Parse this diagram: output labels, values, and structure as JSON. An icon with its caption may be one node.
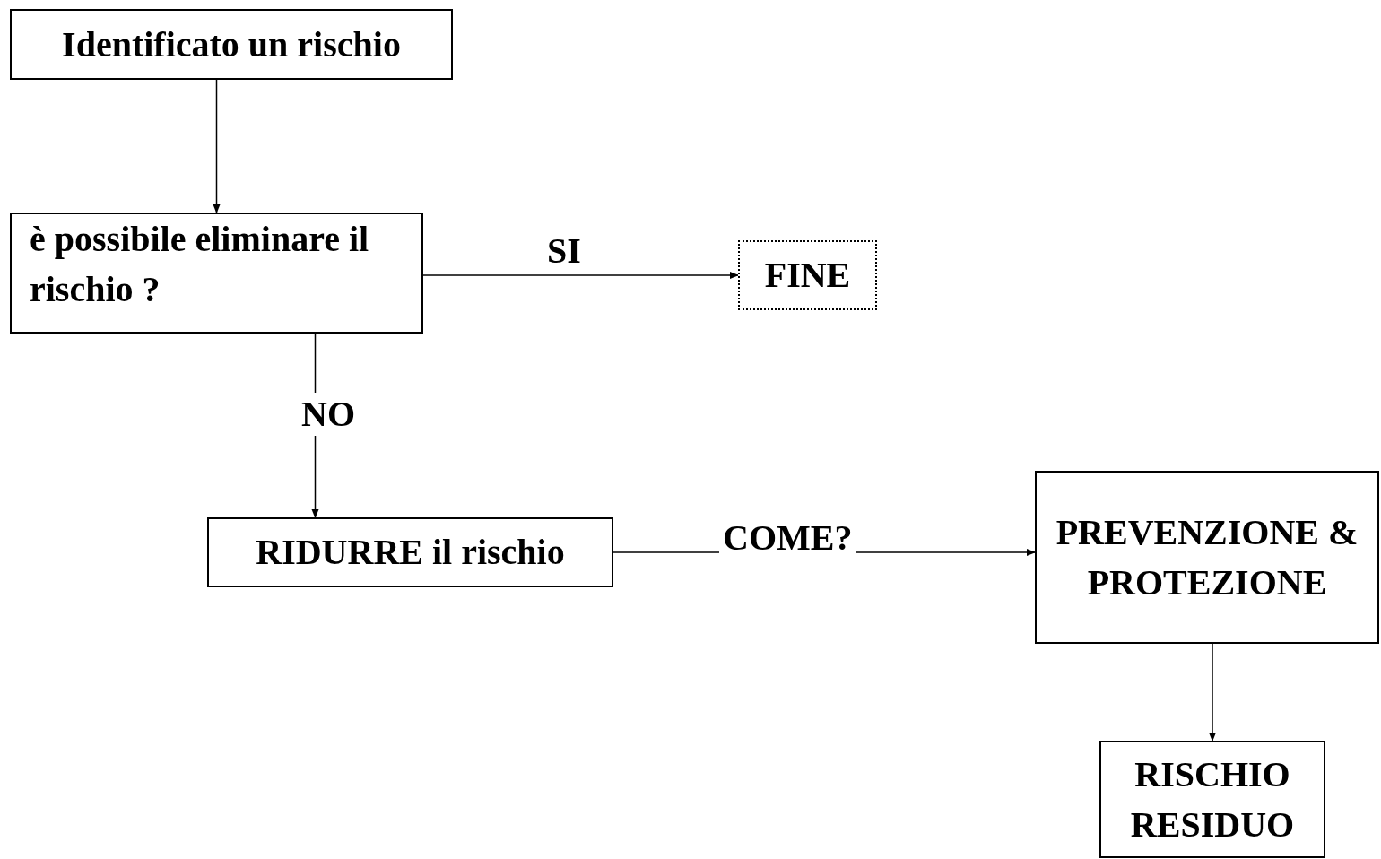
{
  "diagram": {
    "nodes": [
      {
        "text": [
          "Identificato un rischio"
        ]
      },
      {
        "text": [
          "è possibile eliminare il rischio ?"
        ]
      },
      {
        "text": [
          "FINE"
        ]
      },
      {
        "text": [
          "RIDURRE il rischio"
        ]
      },
      {
        "text": [
          "PREVENZIONE & PROTEZIONE"
        ]
      },
      {
        "text": [
          "RISCHIO RESIDUO"
        ]
      }
    ],
    "edges": [
      {
        "from": 0,
        "to": 1,
        "arrow": "to"
      },
      {
        "from": 1,
        "to": 2,
        "arrow": "to",
        "label": "SI"
      },
      {
        "from": 1,
        "to": 3,
        "arrow": "to",
        "label": "NO"
      },
      {
        "from": 3,
        "to": 4,
        "arrow": "to",
        "label": "COME?"
      },
      {
        "from": 4,
        "to": 5,
        "arrow": "to"
      }
    ]
  }
}
